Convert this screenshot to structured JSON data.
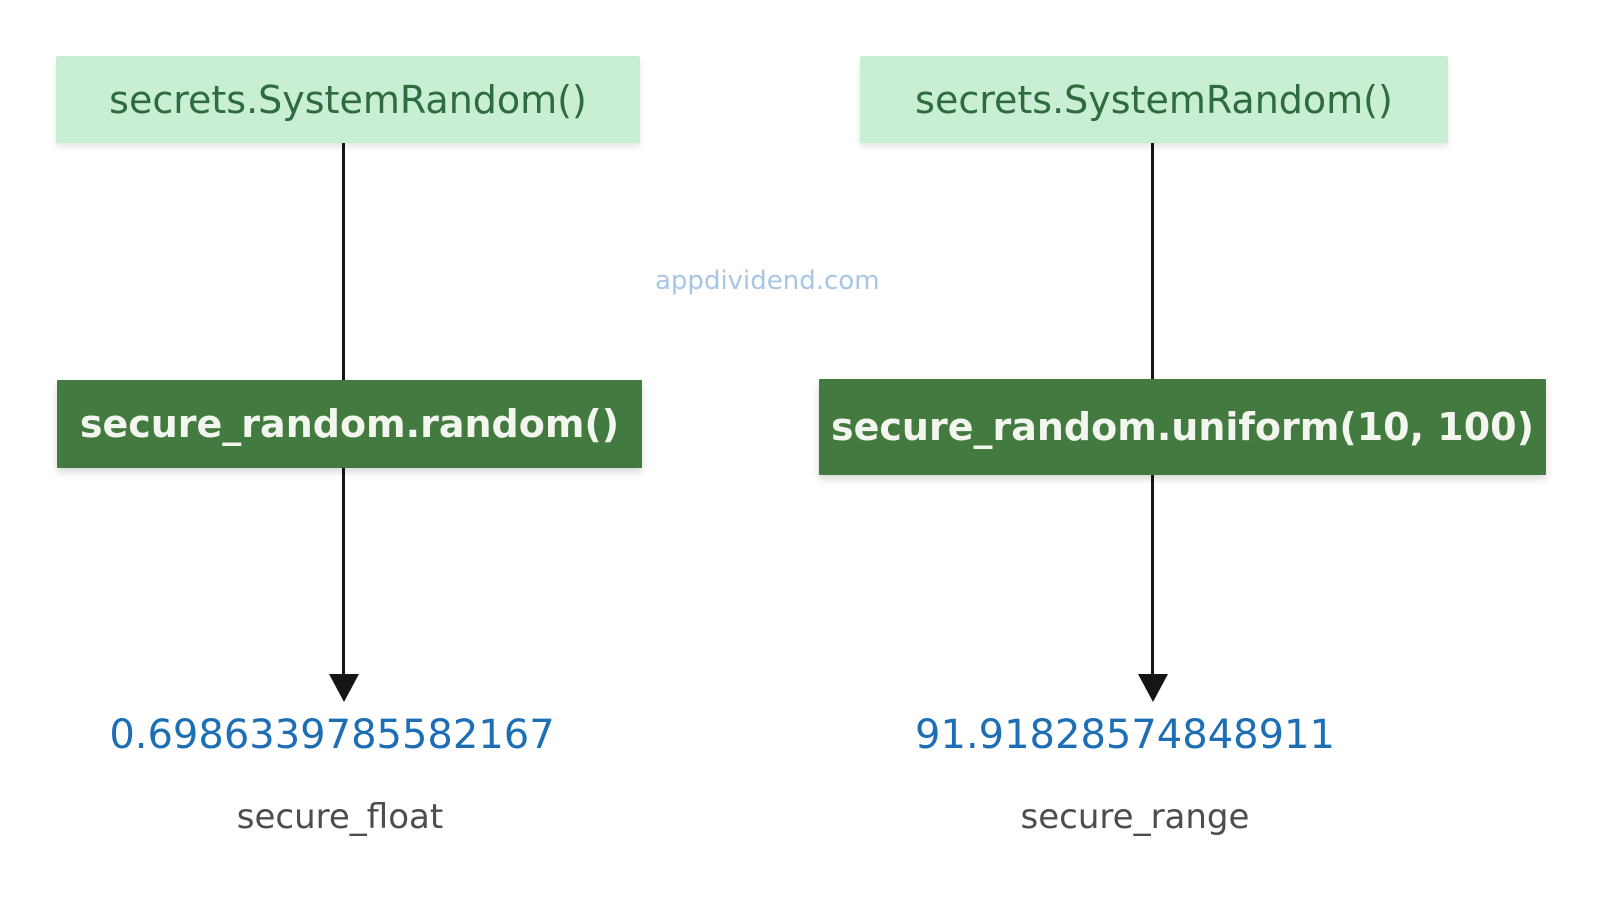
{
  "watermark": {
    "text": "appdividend.com",
    "color": "#a9c5e6"
  },
  "colors": {
    "source_box_bg": "#c8eed3",
    "source_box_text": "#2e6b3e",
    "method_box_bg": "#427a3f",
    "method_box_text": "#f2f6ee",
    "result_value": "#1d6fb5",
    "result_label": "#4d4d4d",
    "arrow": "#151515",
    "page_bg": "#ffffff"
  },
  "flows": [
    {
      "source": "secrets.SystemRandom()",
      "method": "secure_random.random()",
      "result": "0.6986339785582167",
      "label": "secure_float"
    },
    {
      "source": "secrets.SystemRandom()",
      "method": "secure_random.uniform(10, 100)",
      "result": "91.91828574848911",
      "label": "secure_range"
    }
  ]
}
